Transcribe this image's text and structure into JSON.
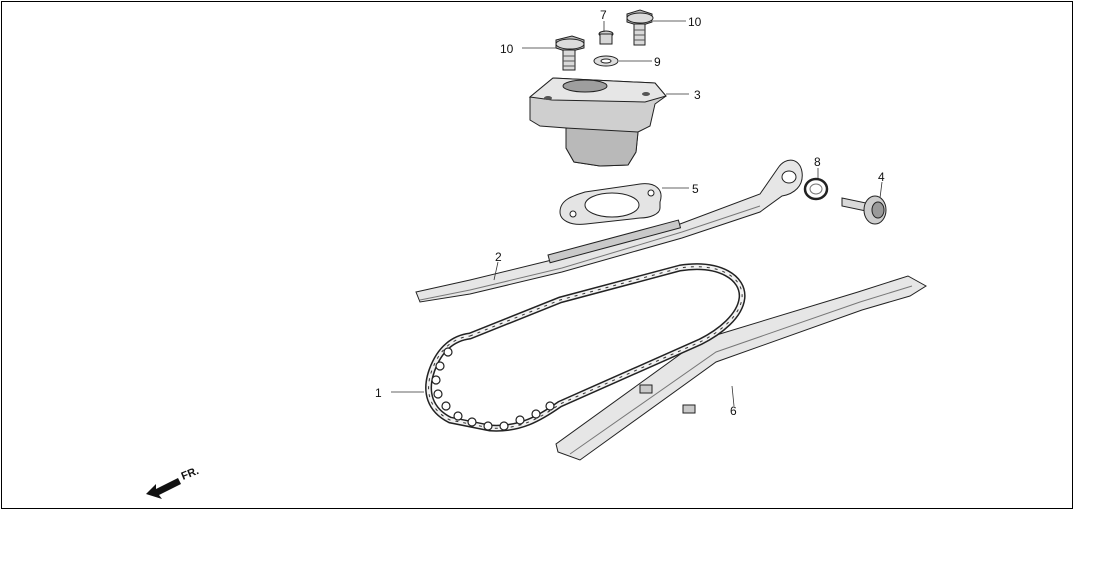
{
  "callouts": {
    "c1": "1",
    "c2": "2",
    "c3": "3",
    "c4": "4",
    "c5": "5",
    "c6": "6",
    "c7": "7",
    "c8": "8",
    "c9": "9",
    "c10a": "10",
    "c10b": "10"
  },
  "direction": {
    "label": "FR."
  },
  "colors": {
    "line": "#222222",
    "part_fill": "#e8e8e8",
    "part_shade": "#9a9a9a",
    "frame": "#000000"
  }
}
